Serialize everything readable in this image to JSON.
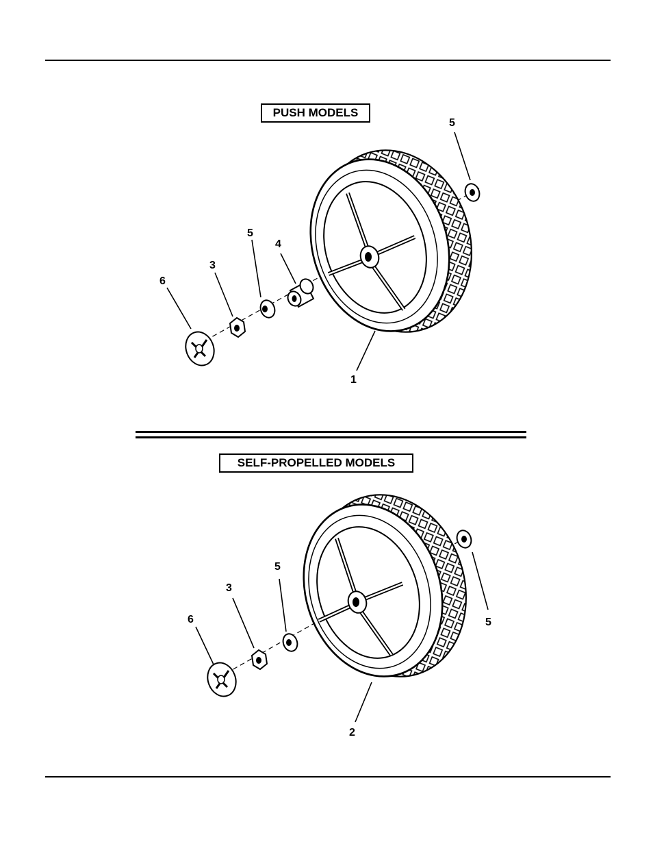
{
  "sections": {
    "push": {
      "title": "PUSH MODELS",
      "callouts": {
        "wheel": "1",
        "bushing": "4",
        "washer_inner": "5",
        "washer_outer": "5",
        "nut": "3",
        "hubcap": "6"
      }
    },
    "self_propelled": {
      "title": "SELF-PROPELLED MODELS",
      "callouts": {
        "wheel": "2",
        "washer_inner": "5",
        "washer_outer": "5",
        "nut": "3",
        "hubcap": "6"
      }
    }
  }
}
